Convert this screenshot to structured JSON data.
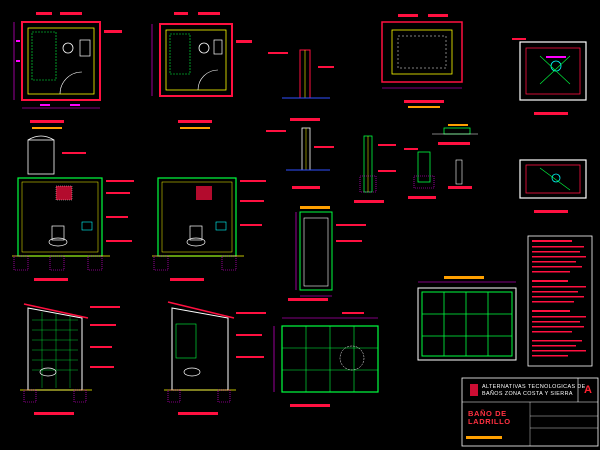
{
  "title_block": {
    "subtitle_line1": "ALTERNATIVAS TECNOLOGICAS DE",
    "subtitle_line2": "BAÑOS ZONA COSTA Y SIERRA",
    "title_line1": "BAÑO DE",
    "title_line2": "LADRILLO",
    "logo_letter": "A"
  },
  "colors": {
    "background": "#000000",
    "wall_red": "#ff1040",
    "line_yellow": "#ffff00",
    "label_magenta": "#ff00ff",
    "green": "#00ff40",
    "cyan": "#00ffff",
    "white": "#ffffff",
    "orange": "#ffa000",
    "blue": "#3050ff"
  }
}
